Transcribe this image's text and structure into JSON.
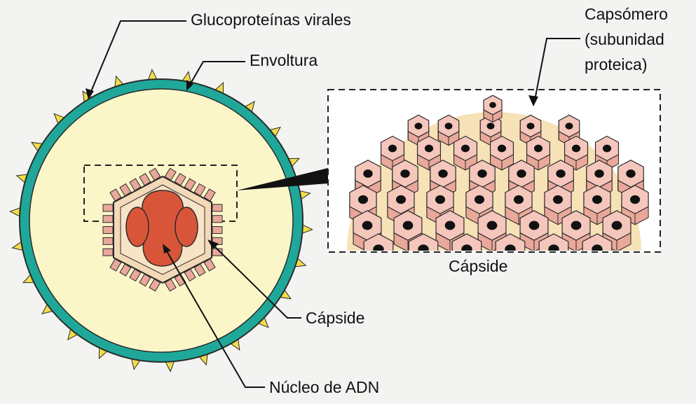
{
  "labels": {
    "glycoproteins": "Glucoproteínas virales",
    "envelope": "Envoltura",
    "capsomere_line1": "Capsómero",
    "capsomere_line2": "(subunidad",
    "capsomere_line3": "proteica)",
    "capsid_detail": "Cápside",
    "capsid": "Cápside",
    "dna_core": "Núcleo de ADN"
  },
  "colors": {
    "envelope": "#1fa89a",
    "interior": "#fbf6c8",
    "spikes": "#f2dc4a",
    "capsid_shell": "#f3d9b8",
    "capsomere": "#e9a89a",
    "capsomere_top": "#f4c6bc",
    "dna": "#d9553a",
    "outline": "#2b2b2b"
  }
}
